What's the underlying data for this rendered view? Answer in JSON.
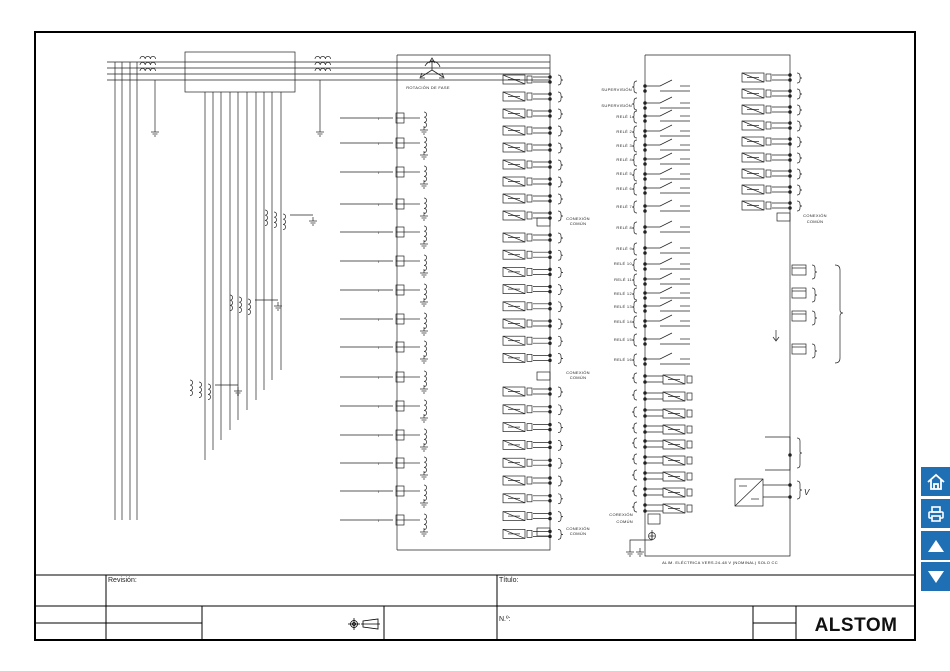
{
  "diagram": {
    "phase_rotation_label": "ROTACIÓN DE FASE",
    "common_connection_label_line1": "CONEXIÓN",
    "common_connection_label_line2": "COMÚN",
    "common_connection_left_label_line1": "COREXIÓN",
    "common_connection_left_label_line2": "COMÚN",
    "supervision_labels": [
      "SUPERVISIÓN",
      "SUPERVISIÓN"
    ],
    "relay_labels": [
      "RELÉ 1",
      "RELÉ 2",
      "RELÉ 3",
      "RELÉ 4",
      "RELÉ 5",
      "RELÉ 6",
      "RELÉ 7",
      "RELÉ 8",
      "RELÉ 9",
      "RELÉ 10",
      "RELÉ 11",
      "RELÉ 12",
      "RELÉ 13",
      "RELÉ 14",
      "RELÉ 15",
      "RELÉ 16"
    ],
    "power_supply_label": "ALIM. ELÉCTRICA VERS.24-48 V (NOMINAL) SOLO CC",
    "voltage_symbol": "V"
  },
  "title_block": {
    "revision_label": "Revisión:",
    "title_label": "Título:",
    "number_label": "N.º:",
    "brand": "ALSTOM"
  },
  "nav": {
    "home": "home-icon",
    "print": "printer-icon",
    "up": "arrow-up-icon",
    "down": "arrow-down-icon"
  }
}
